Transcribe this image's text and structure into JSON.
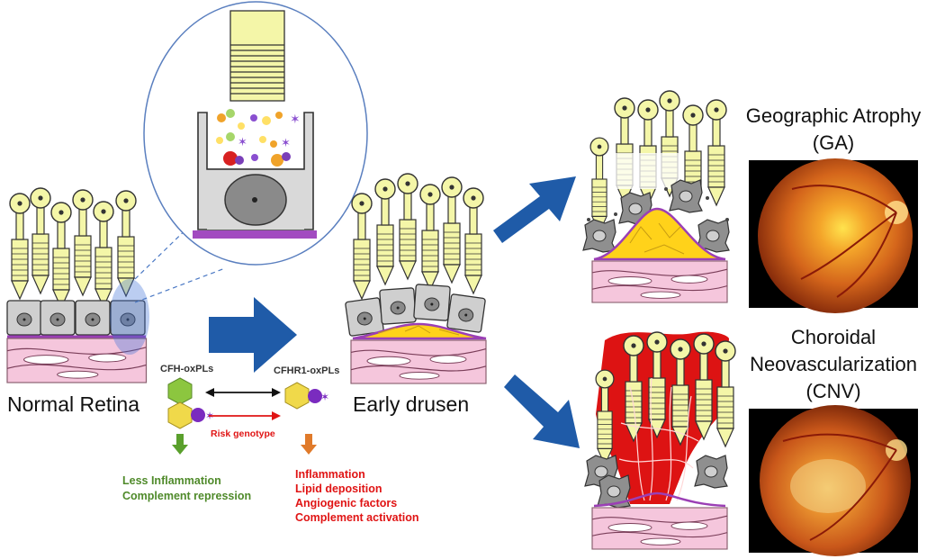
{
  "labels": {
    "normal_retina": "Normal Retina",
    "early_drusen": "Early drusen",
    "ga_title_line1": "Geographic Atrophy",
    "ga_title_line2": "(GA)",
    "cnv_title_line1": "Choroidal",
    "cnv_title_line2": "Neovascularization",
    "cnv_title_line3": "(CNV)",
    "cfh_oxpls": "CFH-oxPLs",
    "cfhr1_oxpls": "CFHR1-oxPLs",
    "risk_genotype": "Risk genotype"
  },
  "outcomes": {
    "protective": [
      "Less Inflammation",
      "Complement repression"
    ],
    "risk": [
      "Inflammation",
      "Lipid deposition",
      "Angiogenic factors",
      "Complement activation"
    ]
  },
  "colors": {
    "photoreceptor": "#f4f6a8",
    "rpe_cell": "#cfcfcf",
    "choroid": "#f5c6dc",
    "drusen": "#ffd21a",
    "bruch_membrane": "#9b3fb5",
    "arrow_blue": "#1f5ba8",
    "hemorrhage": "#dd1313",
    "protective_text": "#4f8a2a",
    "risk_text": "#e01414",
    "fundus": "#c0561a"
  }
}
